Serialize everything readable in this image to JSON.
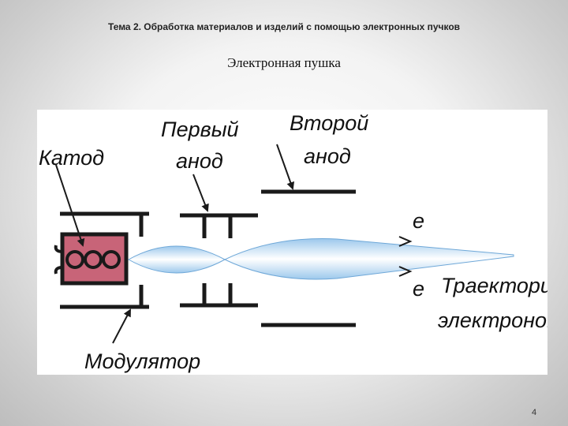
{
  "header": {
    "text": "Тема 2. Обработка материалов и изделий с помощью электронных пучков"
  },
  "title": "Электронная пушка",
  "diagram": {
    "labels": {
      "cathode": "Катод",
      "first_anode_line1": "Первый",
      "first_anode_line2": "анод",
      "second_anode_line1": "Второй",
      "second_anode_line2": "анод",
      "modulator": "Модулятор",
      "electron_top": "e",
      "electron_bottom": "e",
      "trajectories_line1": "Траектории",
      "trajectories_line2": "электронов"
    },
    "colors": {
      "cathode_fill": "#c86478",
      "beam_edge": "#9cc8ec",
      "beam_center": "#ffffff",
      "line": "#1a1a1a"
    }
  },
  "footer": {
    "page_number": "4"
  }
}
